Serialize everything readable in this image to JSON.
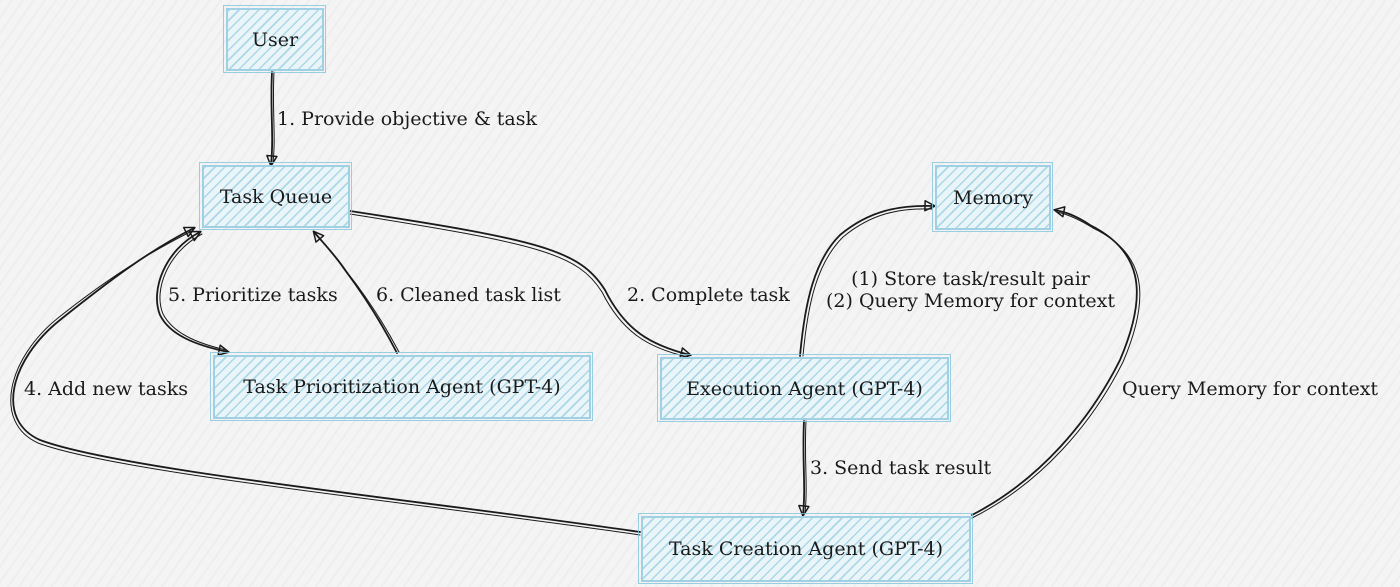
{
  "nodes": {
    "user": "User",
    "task_queue": "Task Queue",
    "memory": "Memory",
    "prioritization_agent": "Task Prioritization Agent (GPT-4)",
    "execution_agent": "Execution Agent (GPT-4)",
    "creation_agent": "Task Creation Agent (GPT-4)"
  },
  "edges": {
    "provide_objective": "1. Provide objective & task",
    "complete_task": "2. Complete task",
    "send_result": "3. Send task result",
    "add_new_tasks": "4. Add new tasks",
    "prioritize_tasks": "5. Prioritize tasks",
    "cleaned_list": "6. Cleaned task list",
    "store_pair": "(1) Store task/result pair",
    "query_memory_exec": "(2) Query Memory for context",
    "query_memory_creation": "Query Memory for context"
  },
  "colors": {
    "box_border": "#9fd0e3",
    "box_fill": "#eaf5f9",
    "line": "#1a1a1a"
  }
}
